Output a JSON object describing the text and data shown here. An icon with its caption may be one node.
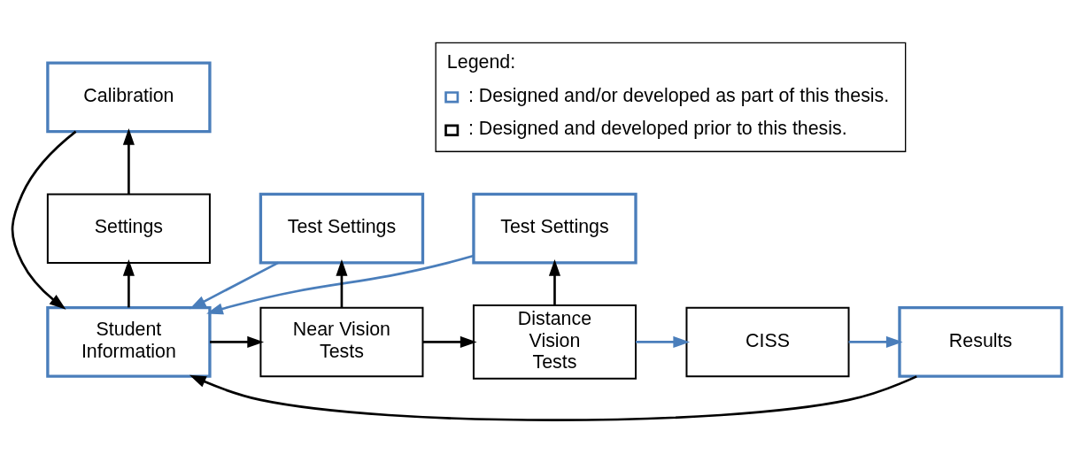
{
  "diagram": {
    "nodes": [
      {
        "text": [
          "Calibration"
        ]
      },
      {
        "text": [
          "Settings"
        ]
      },
      {
        "text": [
          "Student Information"
        ]
      },
      {
        "text": [
          "Test Settings"
        ]
      },
      {
        "text": [
          "Test Settings"
        ]
      },
      {
        "text": [
          "Near Vision Tests"
        ]
      },
      {
        "text": [
          "Distance Vision Tests"
        ]
      },
      {
        "text": [
          "CISS"
        ]
      },
      {
        "text": [
          "Results"
        ]
      }
    ],
    "edges": [
      {
        "from": 0,
        "to": 2,
        "arrow": "to"
      },
      {
        "from": 2,
        "to": 1,
        "arrow": "to"
      },
      {
        "from": 1,
        "to": 0,
        "arrow": "to"
      },
      {
        "from": 2,
        "to": 5,
        "arrow": "to"
      },
      {
        "from": 5,
        "to": 3,
        "arrow": "to"
      },
      {
        "from": 5,
        "to": 6,
        "arrow": "to"
      },
      {
        "from": 6,
        "to": 4,
        "arrow": "to"
      },
      {
        "from": 6,
        "to": 7,
        "arrow": "to",
        "color": "#4a7ebb"
      },
      {
        "from": 7,
        "to": 8,
        "arrow": "to",
        "color": "#4a7ebb"
      },
      {
        "from": 8,
        "to": 2,
        "arrow": "to"
      },
      {
        "from": 4,
        "to": 2,
        "arrow": "to",
        "color": "#4a7ebb"
      },
      {
        "from": 3,
        "to": 2,
        "arrow": "to",
        "color": "#4a7ebb"
      }
    ],
    "labels": [
      "Legend:"
    ],
    "legend": [
      {
        "text": ": Designed and/or developed as part of this thesis.",
        "color": "#4a7ebb"
      },
      {
        "text": ": Designed and developed prior to this thesis.",
        "color": "#000000"
      }
    ]
  }
}
